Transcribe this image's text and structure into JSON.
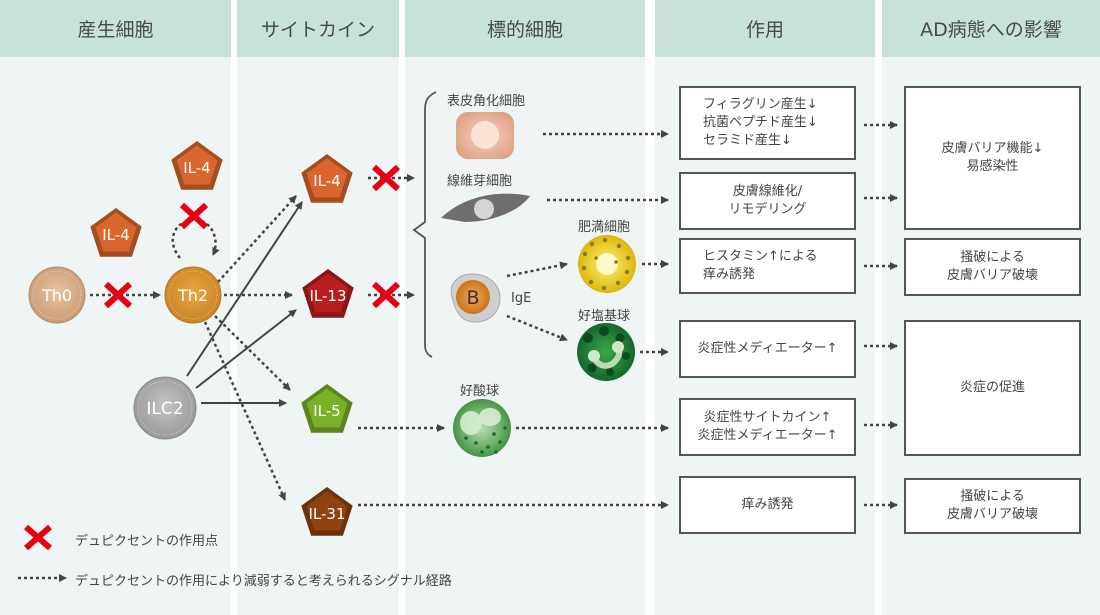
{
  "columns": [
    {
      "label": "産生細胞"
    },
    {
      "label": "サイトカイン"
    },
    {
      "label": "標的細胞"
    },
    {
      "label": "作用"
    },
    {
      "label": "AD病態への影響"
    }
  ],
  "producer_cells": {
    "th0": "Th0",
    "th2": "Th2",
    "ilc2": "ILC2",
    "il4_a": "IL-4",
    "il4_b": "IL-4"
  },
  "cytokines": {
    "il4": "IL-4",
    "il13": "IL-13",
    "il5": "IL-5",
    "il31": "IL-31"
  },
  "target_cells": {
    "keratinocyte": "表皮角化細胞",
    "fibroblast": "線維芽細胞",
    "mast_cell": "肥満細胞",
    "basophil": "好塩基球",
    "eosinophil": "好酸球",
    "b_cell": "B",
    "ige": "IgE"
  },
  "actions": [
    {
      "lines": [
        "フィラグリン産生↓",
        "抗菌ペプチド産生↓",
        "セラミド産生↓"
      ]
    },
    {
      "lines": [
        "皮膚線維化/",
        "リモデリング"
      ]
    },
    {
      "lines": [
        "ヒスタミン↑による",
        "痒み誘発"
      ]
    },
    {
      "lines": [
        "炎症性メディエーター↑"
      ]
    },
    {
      "lines": [
        "炎症性サイトカイン↑",
        "炎症性メディエーター↑"
      ]
    },
    {
      "lines": [
        "痒み誘発"
      ]
    }
  ],
  "effects": [
    {
      "lines": [
        "皮膚バリア機能↓",
        "易感染性"
      ]
    },
    {
      "lines": [
        "掻破による",
        "皮膚バリア破壊"
      ]
    },
    {
      "lines": [
        "炎症の促進"
      ]
    },
    {
      "lines": [
        "掻破による",
        "皮膚バリア破壊"
      ]
    }
  ],
  "legend": {
    "cross": "デュピクセントの作用点",
    "dotted": "デュピクセントの作用により減弱すると考えられるシグナル経路"
  },
  "colors": {
    "header_bg": "#c8e2d9",
    "body_bg": "#eff5f4",
    "il4": "#d9662c",
    "il13": "#b81e1e",
    "il5": "#79b028",
    "il31": "#8e4310",
    "cross": "#e60012"
  }
}
